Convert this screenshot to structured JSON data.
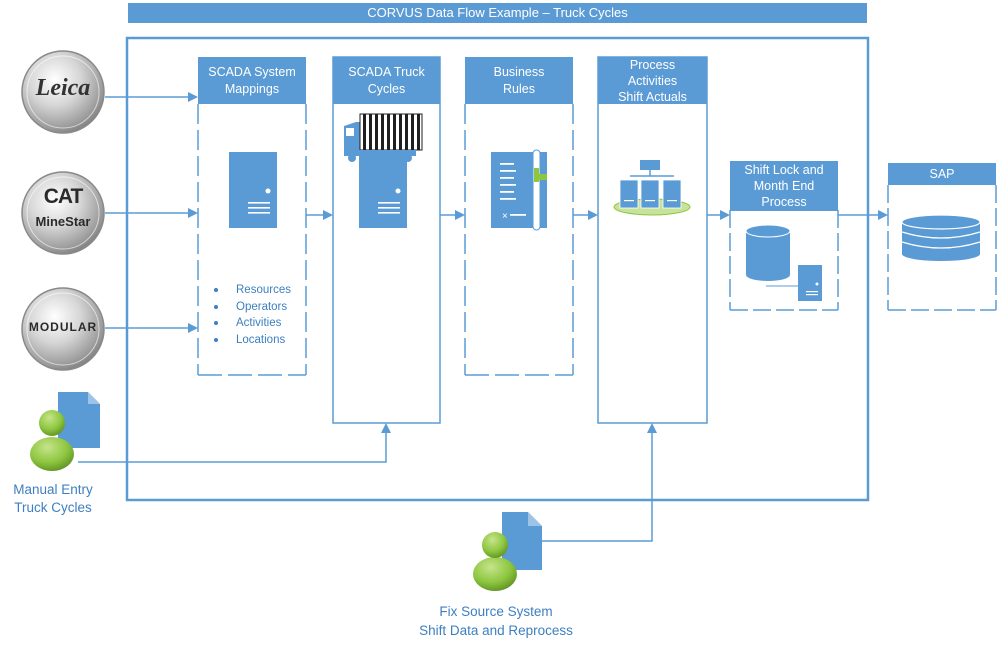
{
  "title": "CORVUS Data Flow Example – Truck Cycles",
  "sources": {
    "leica": {
      "logo_text": "Leica"
    },
    "cat": {
      "logo_text_1": "CAT",
      "logo_text_2": "MineStar"
    },
    "modular": {
      "logo_text": "MODULAR"
    }
  },
  "manual_entry": {
    "line1": "Manual Entry",
    "line2": "Truck Cycles"
  },
  "fix_source": {
    "line1": "Fix Source System",
    "line2": "Shift Data and Reprocess"
  },
  "boxes": {
    "scada_mappings": {
      "line1": "SCADA System",
      "line2": "Mappings",
      "items": [
        "Resources",
        "Operators",
        "Activities",
        "Locations"
      ]
    },
    "scada_truck_cycles": {
      "line1": "SCADA Truck",
      "line2": "Cycles"
    },
    "business_rules": {
      "line1": "Business",
      "line2": "Rules"
    },
    "process_activities": {
      "line1": "Process",
      "line2": "Activities",
      "line3": "Shift Actuals"
    },
    "shift_lock": {
      "line1": "Shift Lock and",
      "line2": "Month End",
      "line3": "Process"
    },
    "sap": {
      "line1": "SAP"
    }
  },
  "colors": {
    "accent": "#5b9bd5",
    "arrow": "#5b9bd5",
    "label": "#3d7fc0",
    "person_green": "#8dc63f",
    "logo_silver": "#c8c8c8"
  }
}
